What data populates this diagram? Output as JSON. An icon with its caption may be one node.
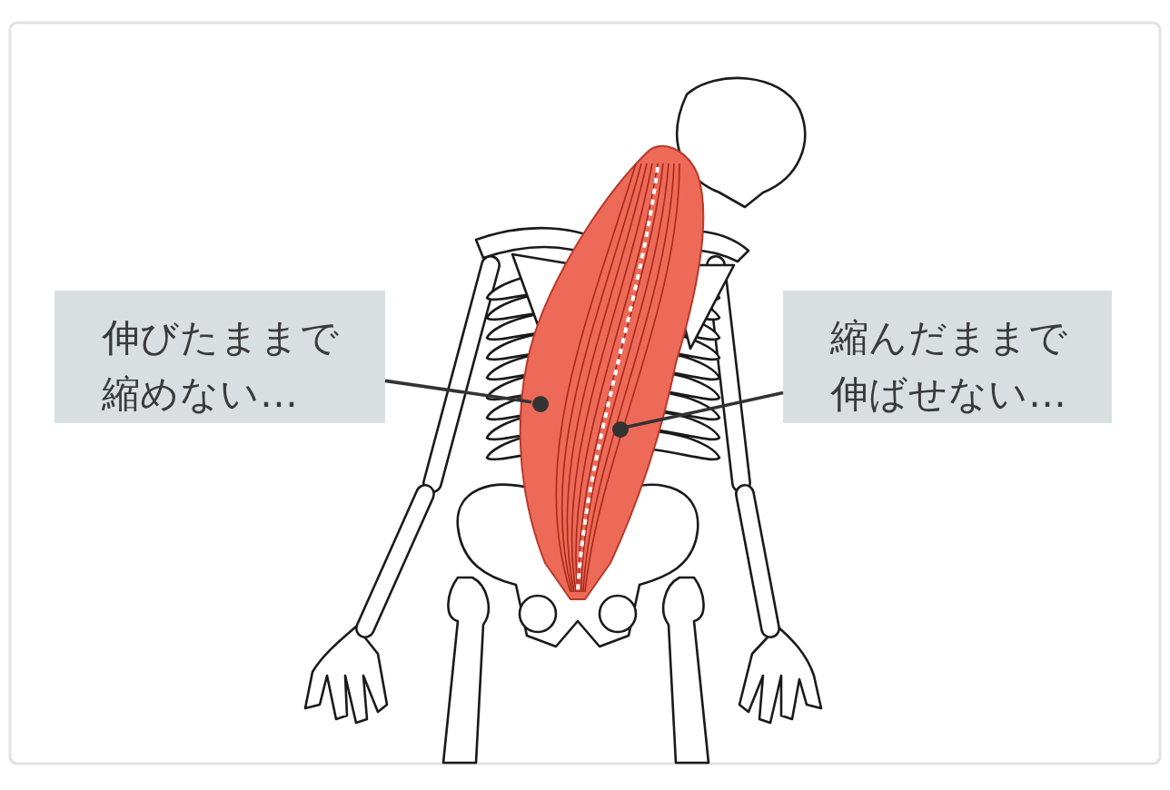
{
  "diagram": {
    "nodes": [
      {
        "text": [
          "伸びたままで縮めない…"
        ]
      },
      {
        "text": [
          "縮んだままで伸ばせない…"
        ]
      },
      {
        "text": [],
        "shape": "circle"
      },
      {
        "text": [],
        "shape": "circle"
      }
    ],
    "edges": [
      {
        "from": 0,
        "to": 2,
        "arrow": "none"
      },
      {
        "from": 1,
        "to": 3,
        "arrow": "none"
      }
    ]
  }
}
